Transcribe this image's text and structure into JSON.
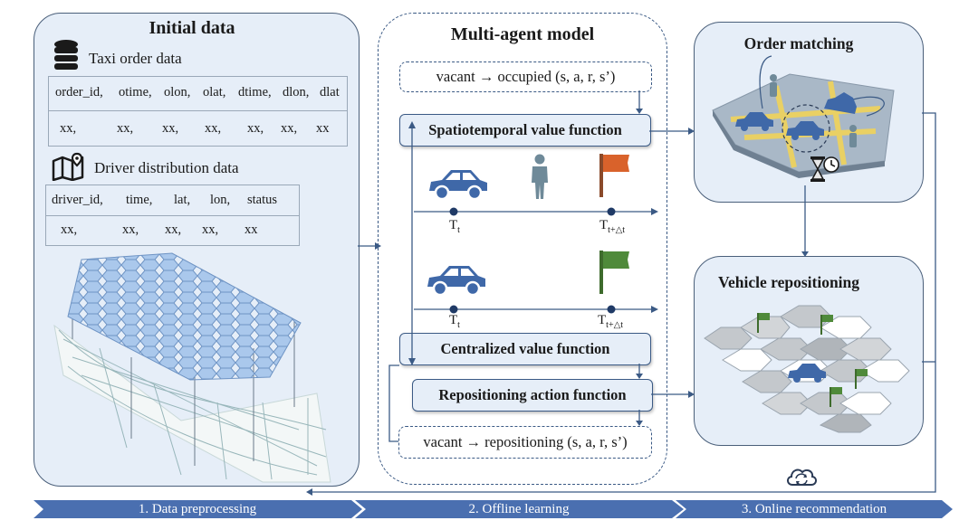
{
  "initial_data": {
    "title": "Initial data",
    "taxi_order": {
      "label": "Taxi order data",
      "headers": [
        "order_id,",
        "otime,",
        "olon,",
        "olat,",
        "dtime,",
        "dlon,",
        "dlat"
      ],
      "values": [
        "xx,",
        "xx,",
        "xx,",
        "xx,",
        "xx,",
        "xx,",
        "xx"
      ]
    },
    "driver": {
      "label": "Driver distribution data",
      "headers": [
        "driver_id,",
        "time,",
        "lat,",
        "lon,",
        "status"
      ],
      "values": [
        "xx,",
        "xx,",
        "xx,",
        "xx,",
        "xx"
      ]
    }
  },
  "model": {
    "title": "Multi-agent model",
    "occupied_tuple": "vacant → occupied  (s, a, r, s’)",
    "spatiotemporal": "Spatiotemporal value function",
    "centralized": "Centralized value function",
    "repositioning": "Repositioning action function",
    "repositioning_tuple": "vacant → repositioning (s, a, r, s’)",
    "timeline": {
      "t_start": "T",
      "t_start_sub": "t",
      "t_end": "T",
      "t_end_sub": "t+△t"
    }
  },
  "right": {
    "order_matching": "Order matching",
    "vehicle_repositioning": "Vehicle repositioning"
  },
  "stages": [
    "1. Data preprocessing",
    "2. Offline learning",
    "3. Online recommendation"
  ],
  "colors": {
    "panel_fill": "#e6eef8",
    "border": "#4a5f7a",
    "arrow": "#3b5a85",
    "car": "#3f68a8",
    "flag_orange": "#d9622b",
    "flag_green": "#4f8a3a",
    "stage_bar": "#4a6fb0"
  },
  "icons": [
    "database-icon",
    "map-icon",
    "car-icon",
    "person-icon",
    "flag-icon",
    "hourglass-icon",
    "clock-icon",
    "cloud-sync-icon"
  ]
}
